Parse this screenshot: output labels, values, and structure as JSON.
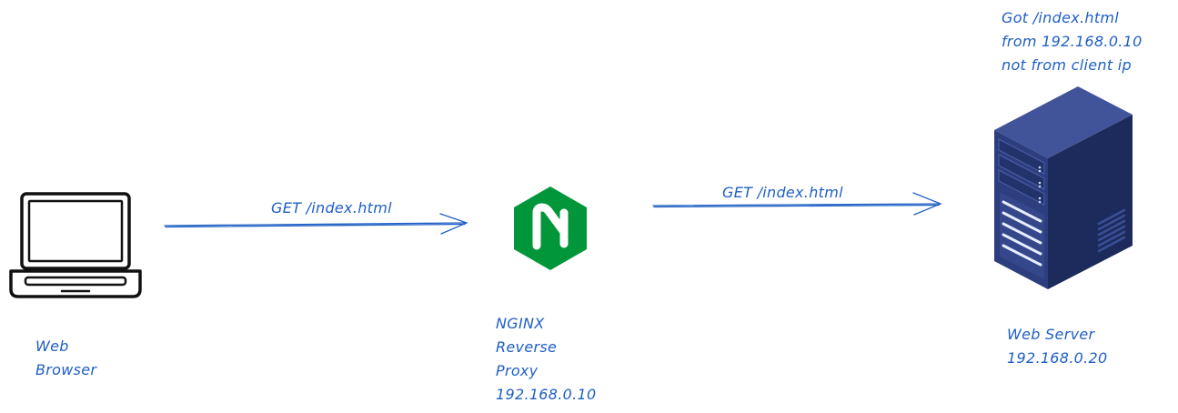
{
  "browser": {
    "lines": [
      "Web",
      "Browser"
    ]
  },
  "proxy": {
    "logo_letter": "N",
    "lines": [
      "NGINX",
      "Reverse",
      "Proxy",
      "192.168.0.10"
    ]
  },
  "server": {
    "lines": [
      "Web Server",
      "192.168.0.20"
    ]
  },
  "note": {
    "lines": [
      "Got /index.html",
      "from 192.168.0.10",
      "not from client ip"
    ]
  },
  "arrow1": {
    "label": "GET /index.html"
  },
  "arrow2": {
    "label": "GET /index.html"
  },
  "colors": {
    "ink": "#1f5fc4",
    "nginx_green": "#009639",
    "server_front": "#2c3e7d",
    "server_side": "#1c2a5c",
    "server_top": "#41549a"
  },
  "icons": [
    "laptop-icon",
    "nginx-logo-icon",
    "server-icon"
  ]
}
